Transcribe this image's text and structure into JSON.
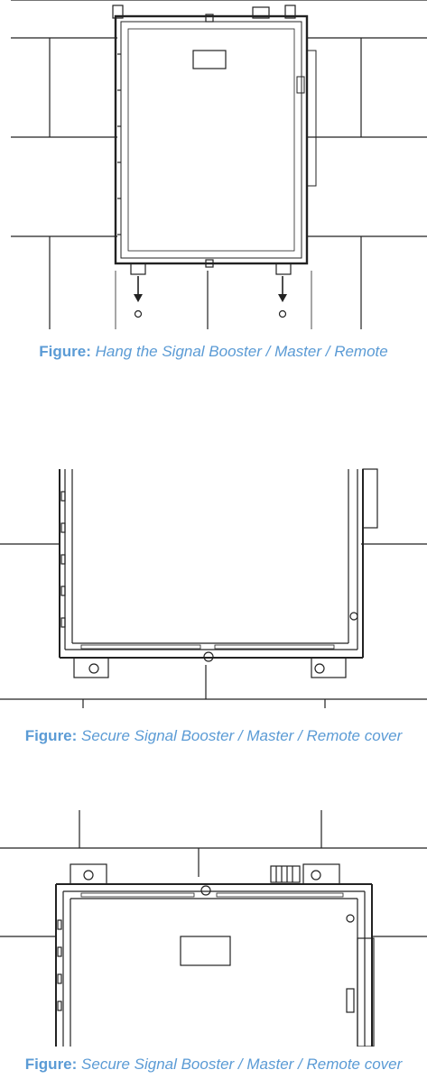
{
  "colors": {
    "caption": "#5b9bd5",
    "line": "#222222"
  },
  "figures": [
    {
      "label": "Figure:",
      "text": "Hang the Signal Booster / Master / Remote"
    },
    {
      "label": "Figure:",
      "text": "Secure Signal Booster / Master / Remote cover"
    },
    {
      "label": "Figure:",
      "text": "Secure Signal Booster / Master / Remote cover"
    }
  ]
}
